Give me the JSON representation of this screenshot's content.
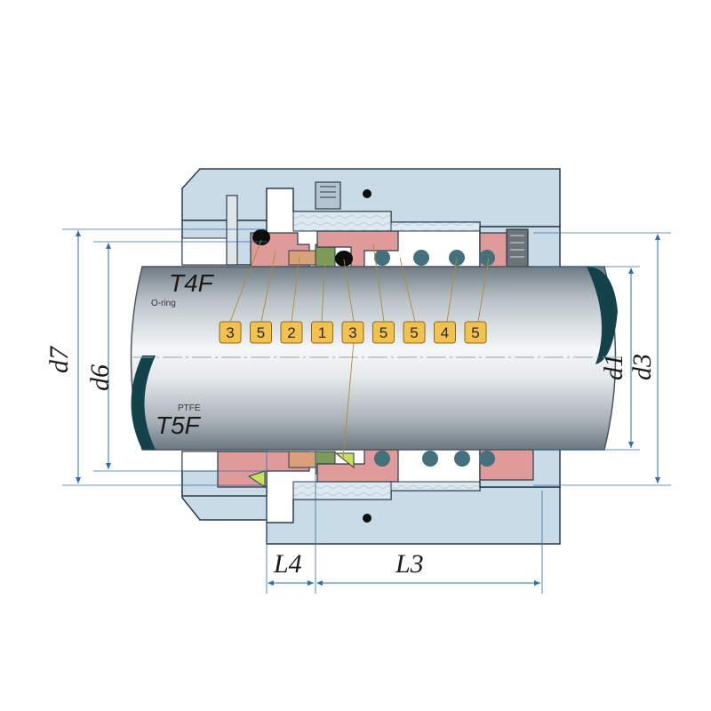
{
  "diagram": {
    "models": {
      "top": "T4F",
      "bottom": "T5F"
    },
    "materials": {
      "top": "O-ring",
      "bottom": "PTFE"
    },
    "part_numbers": [
      "3",
      "5",
      "2",
      "1",
      "3",
      "5",
      "5",
      "4",
      "5"
    ],
    "dimensions": {
      "d7": "d7",
      "d6": "d6",
      "d1": "d1",
      "d3": "d3",
      "L4": "L4",
      "L3": "L3"
    },
    "colors": {
      "housing": "#c9dbe6",
      "housing_line": "#2a3c4a",
      "shaft_light": "#f4f6f7",
      "shaft_dark": "#7d8790",
      "shaft_end": "#14424a",
      "seal_ring": "#df9a9a",
      "bellows": "#d9a07a",
      "spring": "#44707c",
      "badge": "#f2c14e",
      "dimension": "#2f6fae",
      "leader": "#b08a3a",
      "o_ring": "#0d0d0d",
      "ptfe_ring": "#c6e05a"
    }
  }
}
